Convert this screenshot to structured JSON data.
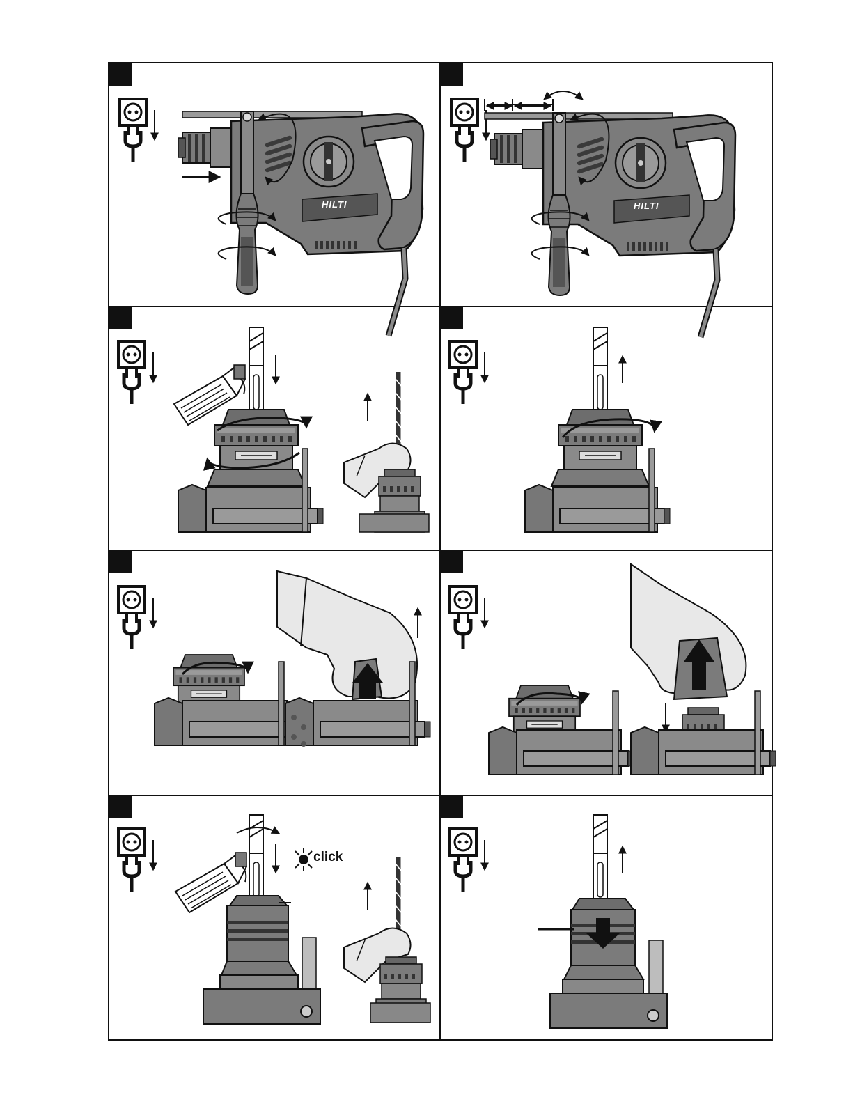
{
  "figure": {
    "click_label": "click",
    "brand_label": "HILTI",
    "panel_count": 8
  },
  "colors": {
    "tool_gray": "#7b7b7b",
    "dark_gray": "#555555",
    "light_gray": "#bdbdbd",
    "ink": "#111111"
  },
  "icons": {
    "power_icon": "socket-and-plug-icon",
    "arrow_icon": "arrow-icon"
  }
}
